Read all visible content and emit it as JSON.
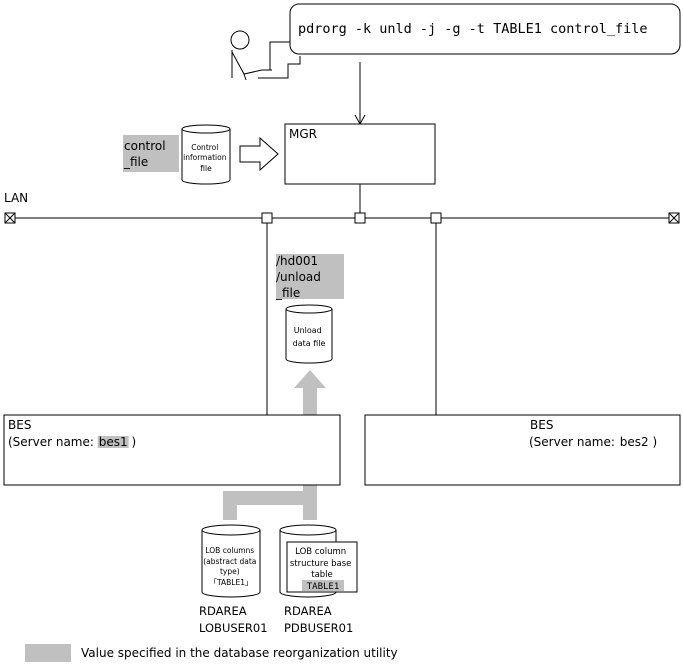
{
  "command": {
    "text": "pdrorg -k unld -j -g -t TABLE1 control_file"
  },
  "control_file": {
    "label_lines": [
      "control",
      "_file"
    ],
    "cylinder_lines": [
      "Control",
      "information",
      "file"
    ]
  },
  "mgr": {
    "label": "MGR"
  },
  "lan": {
    "label": "LAN"
  },
  "unload": {
    "label_lines": [
      "/hd001",
      "/unload",
      "_file"
    ],
    "cylinder_lines": [
      "Unload",
      "data file"
    ]
  },
  "bes1": {
    "title": "BES",
    "server_prefix": "(Server name: ",
    "server_name": "bes1",
    "server_suffix": ")"
  },
  "bes2": {
    "title": "BES",
    "server_prefix": "(Server name: ",
    "server_name": "bes2",
    "server_suffix": ")"
  },
  "rdarea_lob": {
    "cylinder_lines": [
      "LOB columns",
      "(abstract data",
      "type)",
      "「TABLE1」"
    ],
    "label_lines": [
      "RDAREA",
      "LOBUSER01"
    ]
  },
  "rdarea_pdb": {
    "box_lines": [
      "LOB column",
      "structure base",
      "table"
    ],
    "table_name": "TABLE1",
    "label_lines": [
      "RDAREA",
      "PDBUSER01"
    ]
  },
  "legend": {
    "text": "Value specified in the database reorganization utility"
  },
  "colors": {
    "highlight": "#c0c0c0",
    "line": "#000000",
    "background": "#ffffff"
  }
}
